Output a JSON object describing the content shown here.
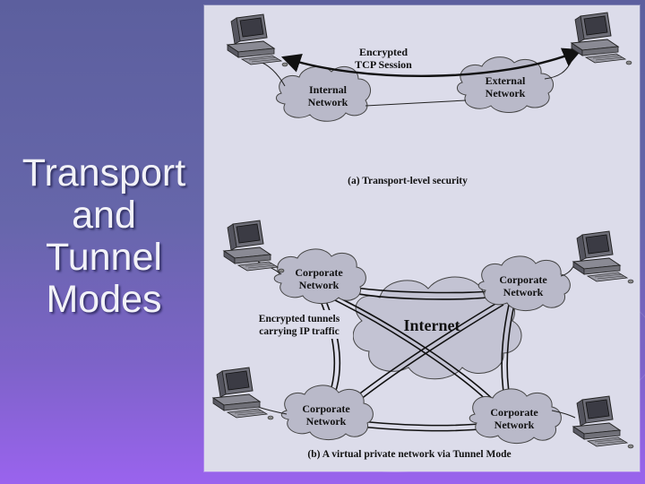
{
  "slide": {
    "title_lines": [
      "Transport",
      "and",
      "Tunnel",
      "Modes"
    ]
  },
  "diagram_a": {
    "session_label_lines": [
      "Encrypted",
      "TCP Session"
    ],
    "internal_network_lines": [
      "Internal",
      "Network"
    ],
    "external_network_lines": [
      "External",
      "Network"
    ],
    "caption": "(a) Transport-level security"
  },
  "diagram_b": {
    "internet_label": "Internet",
    "tunnels_label_lines": [
      "Encrypted tunnels",
      "carrying IP traffic"
    ],
    "corporate_network_lines": [
      "Corporate",
      "Network"
    ],
    "caption": "(b) A virtual private network via Tunnel Mode"
  },
  "colors": {
    "background_top": "#5c5f9e",
    "background_bottom": "#9a63ee",
    "panel": "#dcdcea",
    "cloud": "#b9b9c9",
    "internet_cloud": "#c3c3d3",
    "line": "#222222"
  },
  "icons": [
    "desktop-computer-icon",
    "cloud-icon"
  ]
}
